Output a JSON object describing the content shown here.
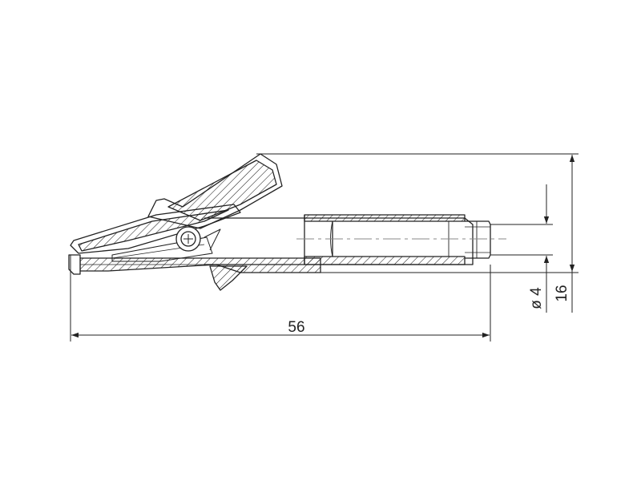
{
  "drawing": {
    "line_color": "#222222",
    "centerline_color": "#888888",
    "background": "#ffffff",
    "dimensions": {
      "length_label": "56",
      "diameter_label": "ø 4",
      "height_label": "16"
    }
  }
}
